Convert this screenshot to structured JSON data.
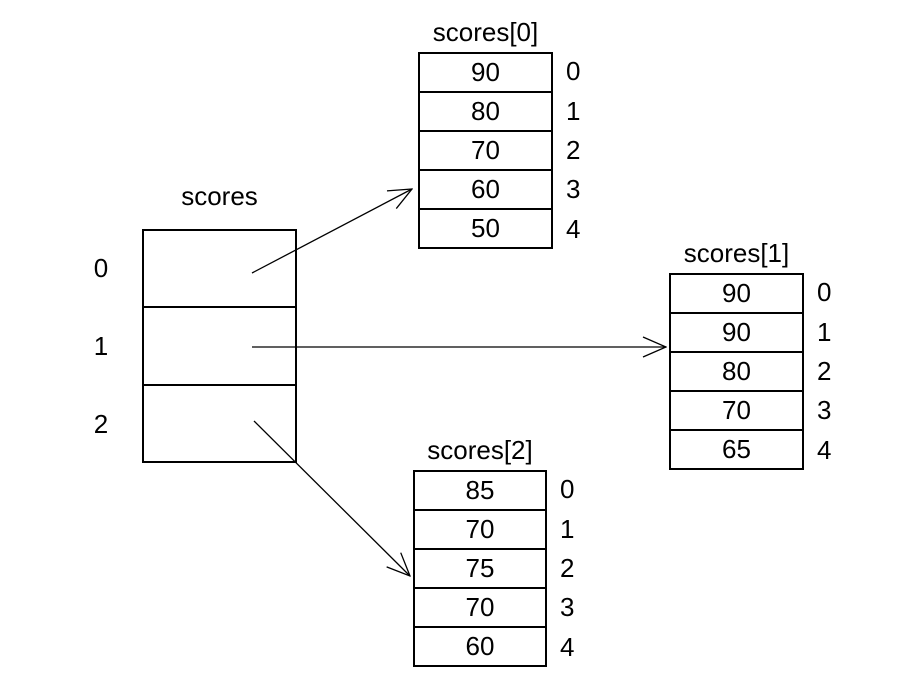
{
  "colors": {
    "background": "#ffffff",
    "line": "#000000",
    "text": "#000000"
  },
  "pointer_array": {
    "title": "scores",
    "indices": [
      "0",
      "1",
      "2"
    ]
  },
  "subarrays": [
    {
      "title": "scores[0]",
      "values": [
        "90",
        "80",
        "70",
        "60",
        "50"
      ],
      "indices": [
        "0",
        "1",
        "2",
        "3",
        "4"
      ]
    },
    {
      "title": "scores[1]",
      "values": [
        "90",
        "90",
        "80",
        "70",
        "65"
      ],
      "indices": [
        "0",
        "1",
        "2",
        "3",
        "4"
      ]
    },
    {
      "title": "scores[2]",
      "values": [
        "85",
        "70",
        "75",
        "70",
        "60"
      ],
      "indices": [
        "0",
        "1",
        "2",
        "3",
        "4"
      ]
    }
  ]
}
